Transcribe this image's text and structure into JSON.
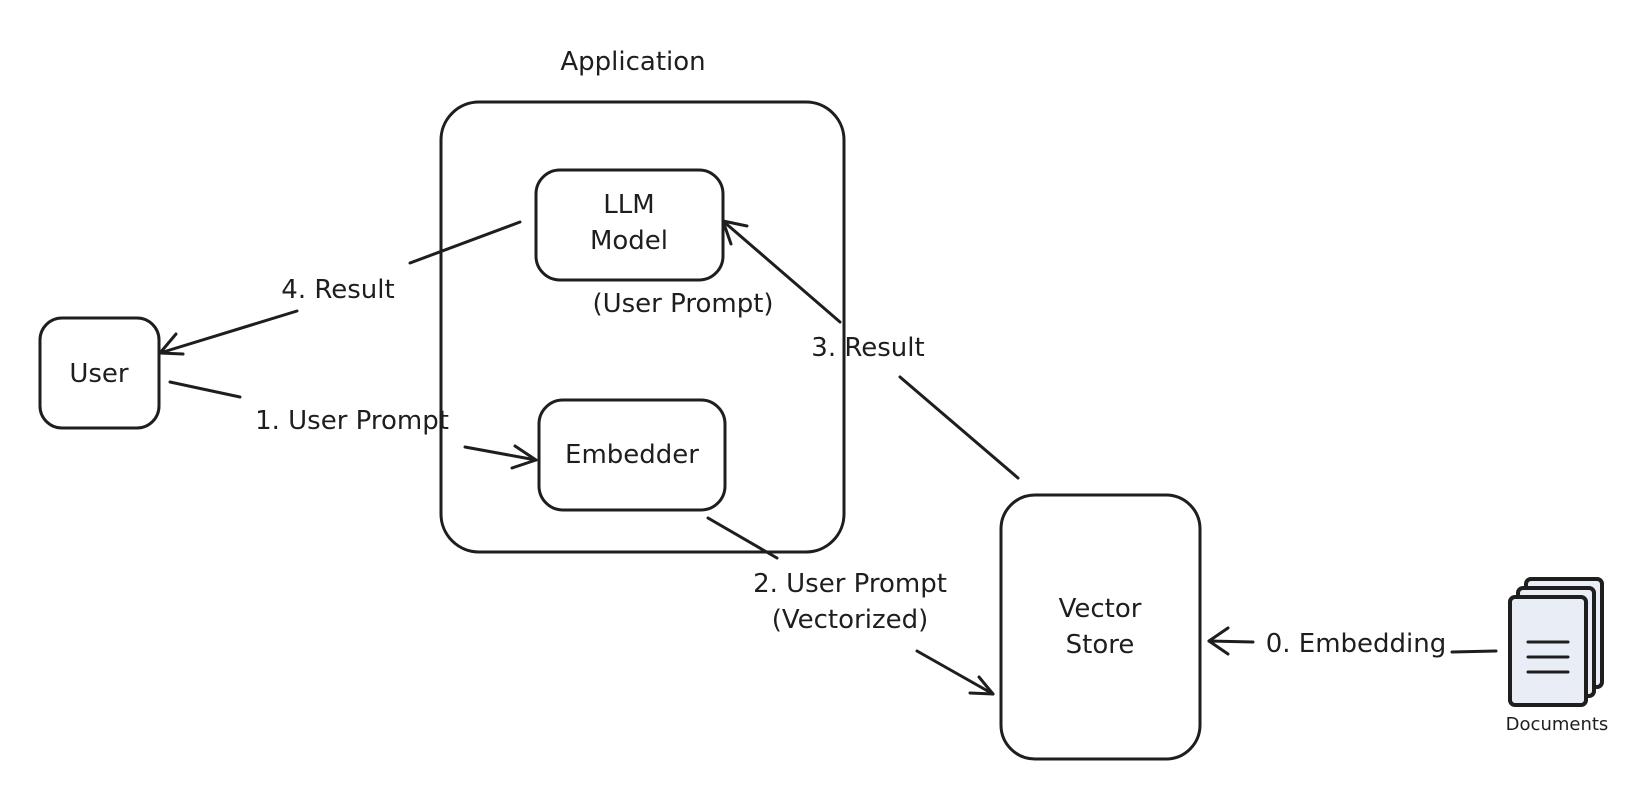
{
  "diagram": {
    "container": {
      "title": "Application"
    },
    "nodes": {
      "user": "User",
      "llm_line1": "LLM",
      "llm_line2": "Model",
      "embedder": "Embedder",
      "vector_line1": "Vector",
      "vector_line2": "Store",
      "documents": "Documents"
    },
    "notes": {
      "llm_input": "(User Prompt)"
    },
    "edges": {
      "e0": "0. Embedding",
      "e1": "1. User Prompt",
      "e2_line1": "2. User Prompt",
      "e2_line2": "(Vectorized)",
      "e3": "3. Result",
      "e4": "4. Result"
    },
    "icons": {
      "documents": "documents-stack-icon"
    },
    "colors": {
      "stroke": "#1e1e1e",
      "background": "#ffffff",
      "document_fill": "#e9edf5"
    }
  }
}
